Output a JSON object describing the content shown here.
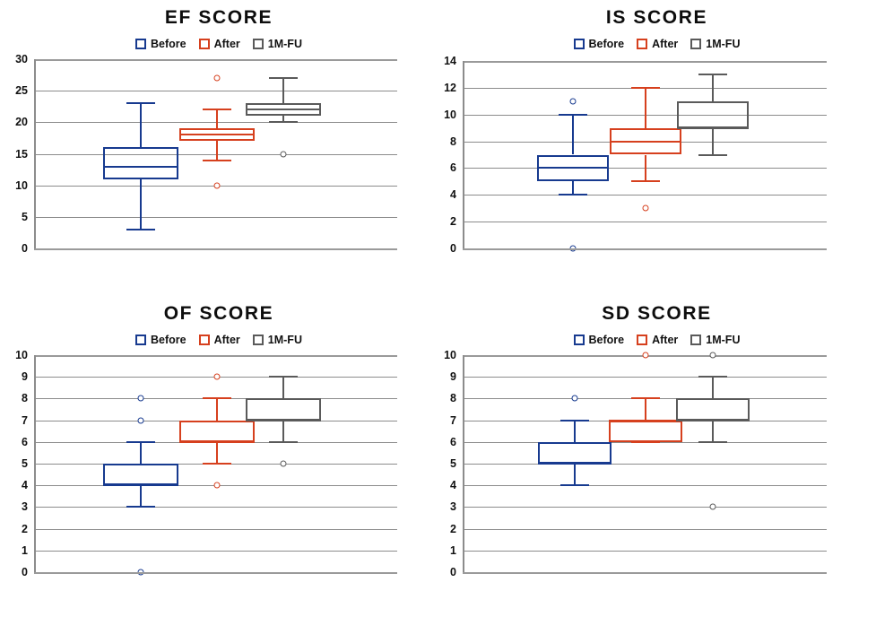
{
  "legend": {
    "items": [
      {
        "label": "Before",
        "color": "#173a8f",
        "key": "before"
      },
      {
        "label": "After",
        "color": "#d6401e",
        "key": "after"
      },
      {
        "label": "1M-FU",
        "color": "#5a5a5a",
        "key": "fu"
      }
    ]
  },
  "colors": {
    "before": "#173a8f",
    "after": "#d6401e",
    "fu": "#5a5a5a",
    "grid": "#8c8c8c",
    "axis": "#8c8c8c",
    "text": "#111111",
    "background": "#ffffff"
  },
  "chart_data": [
    {
      "id": "ef",
      "type": "box",
      "title": "EF SCORE",
      "xlabel": "",
      "ylabel": "",
      "ylim": [
        0,
        30
      ],
      "ytick_step": 5,
      "yticks": [
        0,
        5,
        10,
        15,
        20,
        25,
        30
      ],
      "grid": true,
      "legend_position": "top",
      "categories": [
        "Before",
        "After",
        "1M-FU"
      ],
      "series": [
        {
          "name": "Before",
          "color": "#173a8f",
          "min": 3,
          "q1": 11,
          "median": 13,
          "q3": 16,
          "max": 23,
          "outliers": []
        },
        {
          "name": "After",
          "color": "#d6401e",
          "min": 14,
          "q1": 17,
          "median": 18,
          "q3": 19,
          "max": 22,
          "outliers": [
            27,
            10
          ]
        },
        {
          "name": "1M-FU",
          "color": "#5a5a5a",
          "min": 20,
          "q1": 21,
          "median": 22,
          "q3": 23,
          "max": 27,
          "outliers": [
            15
          ]
        }
      ]
    },
    {
      "id": "is",
      "type": "box",
      "title": "IS SCORE",
      "xlabel": "",
      "ylabel": "",
      "ylim": [
        0,
        14
      ],
      "ytick_step": 2,
      "yticks": [
        0,
        2,
        4,
        6,
        8,
        10,
        12,
        14
      ],
      "grid": true,
      "legend_position": "top",
      "categories": [
        "Before",
        "After",
        "1M-FU"
      ],
      "series": [
        {
          "name": "Before",
          "color": "#173a8f",
          "min": 4,
          "q1": 5,
          "median": 6,
          "q3": 7,
          "max": 10,
          "outliers": [
            11,
            0
          ]
        },
        {
          "name": "After",
          "color": "#d6401e",
          "min": 5,
          "q1": 7,
          "median": 8,
          "q3": 9,
          "max": 12,
          "outliers": [
            3
          ]
        },
        {
          "name": "1M-FU",
          "color": "#5a5a5a",
          "min": 7,
          "q1": 9,
          "median": 9,
          "q3": 11,
          "max": 13,
          "outliers": []
        }
      ]
    },
    {
      "id": "of",
      "type": "box",
      "title": "OF SCORE",
      "xlabel": "",
      "ylabel": "",
      "ylim": [
        0,
        10
      ],
      "ytick_step": 1,
      "yticks": [
        0,
        1,
        2,
        3,
        4,
        5,
        6,
        7,
        8,
        9,
        10
      ],
      "grid": true,
      "legend_position": "top",
      "categories": [
        "Before",
        "After",
        "1M-FU"
      ],
      "series": [
        {
          "name": "Before",
          "color": "#173a8f",
          "min": 3,
          "q1": 4,
          "median": 4,
          "q3": 5,
          "max": 6,
          "outliers": [
            8,
            7,
            0
          ]
        },
        {
          "name": "After",
          "color": "#d6401e",
          "min": 5,
          "q1": 6,
          "median": 6,
          "q3": 7,
          "max": 8,
          "outliers": [
            9,
            4
          ]
        },
        {
          "name": "1M-FU",
          "color": "#5a5a5a",
          "min": 6,
          "q1": 7,
          "median": 7,
          "q3": 8,
          "max": 9,
          "outliers": [
            5
          ]
        }
      ]
    },
    {
      "id": "sd",
      "type": "box",
      "title": "SD SCORE",
      "xlabel": "",
      "ylabel": "",
      "ylim": [
        0,
        10
      ],
      "ytick_step": 1,
      "yticks": [
        0,
        1,
        2,
        3,
        4,
        5,
        6,
        7,
        8,
        9,
        10
      ],
      "grid": true,
      "legend_position": "top",
      "categories": [
        "Before",
        "After",
        "1M-FU"
      ],
      "series": [
        {
          "name": "Before",
          "color": "#173a8f",
          "min": 4,
          "q1": 5,
          "median": 5,
          "q3": 6,
          "max": 7,
          "outliers": [
            8
          ]
        },
        {
          "name": "After",
          "color": "#d6401e",
          "min": 6,
          "q1": 6,
          "median": 7,
          "q3": 7,
          "max": 8,
          "outliers": [
            10
          ]
        },
        {
          "name": "1M-FU",
          "color": "#5a5a5a",
          "min": 6,
          "q1": 7,
          "median": 7,
          "q3": 8,
          "max": 9,
          "outliers": [
            10,
            3
          ]
        }
      ]
    }
  ]
}
